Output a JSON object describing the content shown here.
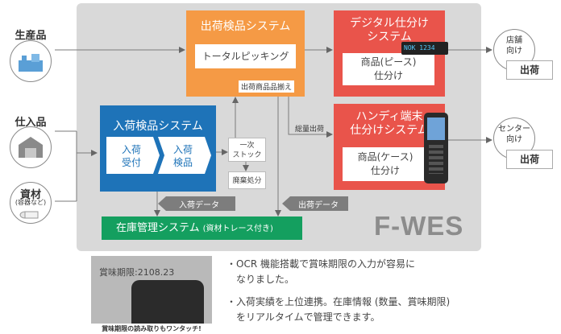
{
  "inputs": {
    "production": "生産品",
    "purchase": "仕入品",
    "materials": "資材",
    "materials_sub": "(容器など)"
  },
  "shipping_inspection": {
    "title": "出荷検品システム",
    "inner": "トータルピッキング",
    "tag": "出荷商品品揃え"
  },
  "digital_sort": {
    "title_line1": "デジタル仕分け",
    "title_line2": "システム",
    "inner_line1": "商品(ピース)",
    "inner_line2": "仕分け",
    "display_text": "NOK 1234"
  },
  "handy_sort": {
    "title_line1": "ハンディ端末",
    "title_line2": "仕分けシステム",
    "inner_line1": "商品(ケース)",
    "inner_line2": "仕分け"
  },
  "receiving": {
    "title": "入荷検品システム",
    "step1_line1": "入荷",
    "step1_line2": "受付",
    "step2_line1": "入荷",
    "step2_line2": "検品"
  },
  "temp_stock": {
    "line1": "一次",
    "line2": "ストック"
  },
  "disposal": "廃棄処分",
  "bulk_shipping": "総量出荷",
  "inventory": {
    "main": "在庫管理システム",
    "sub": "(資材トレース付き)",
    "receiving_data": "入荷データ",
    "shipping_data": "出荷データ"
  },
  "brand": "F-WES",
  "destinations": {
    "store_line1": "店舗",
    "store_line2": "向け",
    "center_line1": "センター",
    "center_line2": "向け",
    "truck_label": "出荷"
  },
  "photo": {
    "label_text": "賞味期限:2108.23",
    "caption": "賞味期限の読み取りもワンタッチ!"
  },
  "bullets": {
    "b1_line1": "・OCR 機能搭載で賞味期限の入力が容易に",
    "b1_line2": "なりました。",
    "b2_line1": "・入荷実績を上位連携。在庫情報 (数量、賞味期限)",
    "b2_line2": "をリアルタイムで管理できます。"
  },
  "colors": {
    "orange": "#f59a45",
    "red": "#e9544b",
    "blue": "#1e73b8",
    "green": "#149f5f",
    "panel": "#d9d9d9"
  }
}
